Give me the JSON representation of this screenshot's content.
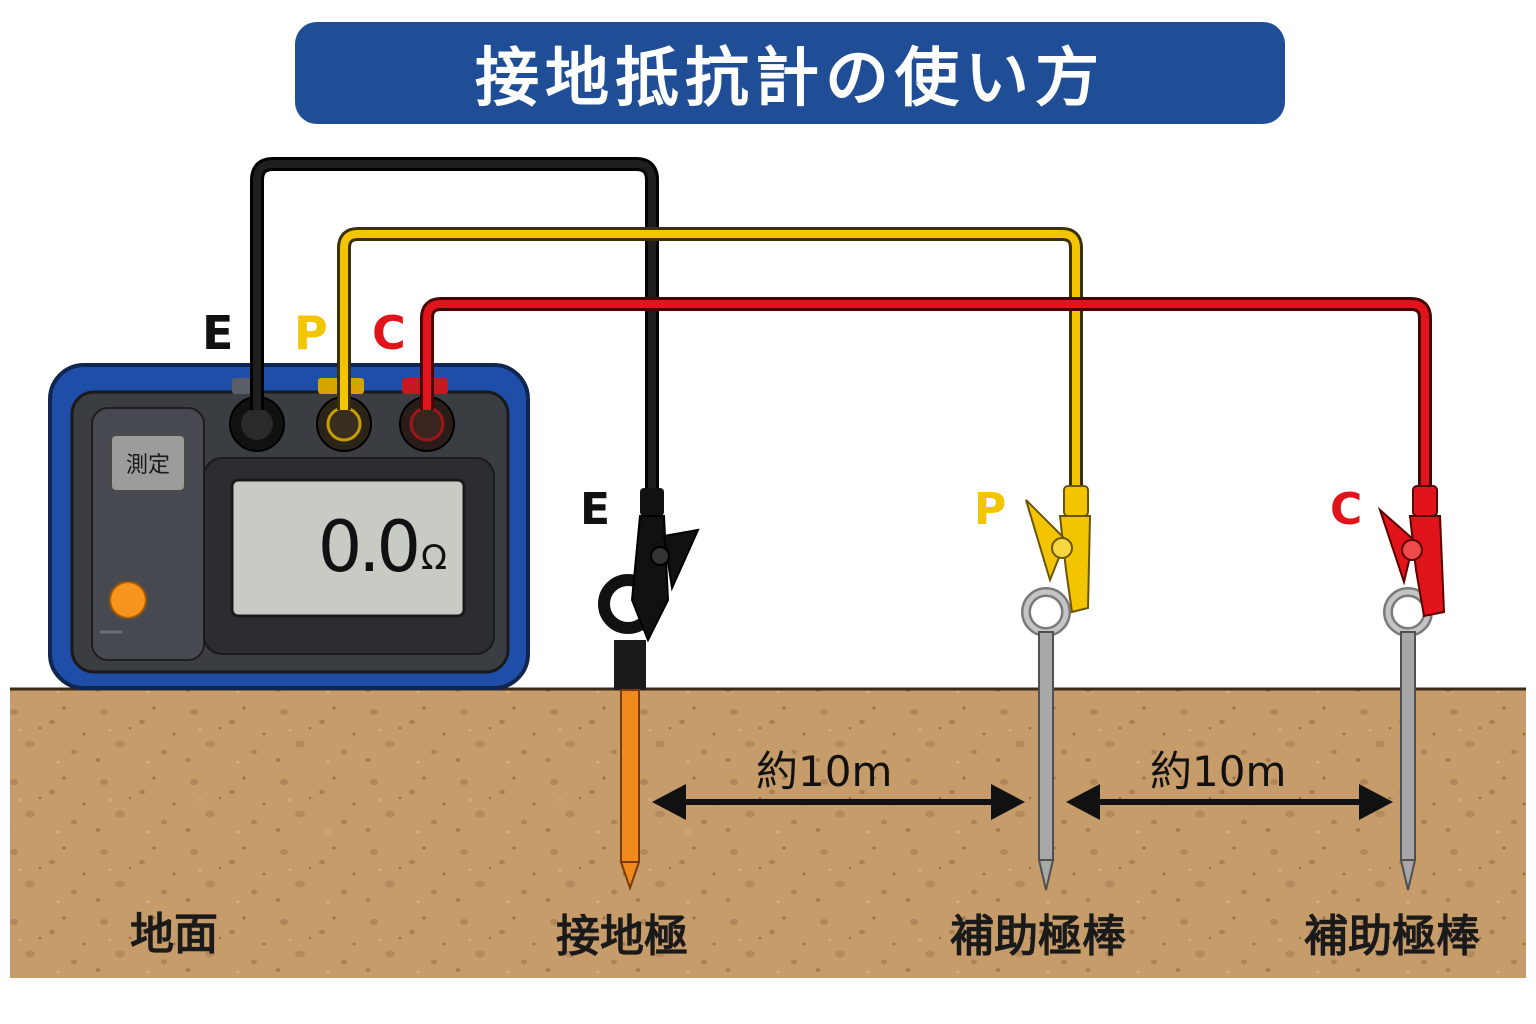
{
  "title": "接地抵抗計の使い方",
  "meter": {
    "measure_button": "測定",
    "display_value": "0.0",
    "display_unit": "Ω",
    "terminals": [
      "E",
      "P",
      "C"
    ]
  },
  "clips": [
    "E",
    "P",
    "C"
  ],
  "distances": [
    "約10m",
    "約10m"
  ],
  "labels": {
    "ground": "地面",
    "earth_electrode": "接地極",
    "aux_rod_p": "補助極棒",
    "aux_rod_c": "補助極棒"
  },
  "colors": {
    "E": "#111111",
    "P": "#f2c500",
    "C": "#e2141b",
    "banner": "#1f4e96",
    "meter_body": "#1f4ea8",
    "soil": "#c49a6a",
    "earth_rod": "#f08a1e",
    "aux_rod": "#a8a8a8",
    "power_button": "#f7941d"
  }
}
